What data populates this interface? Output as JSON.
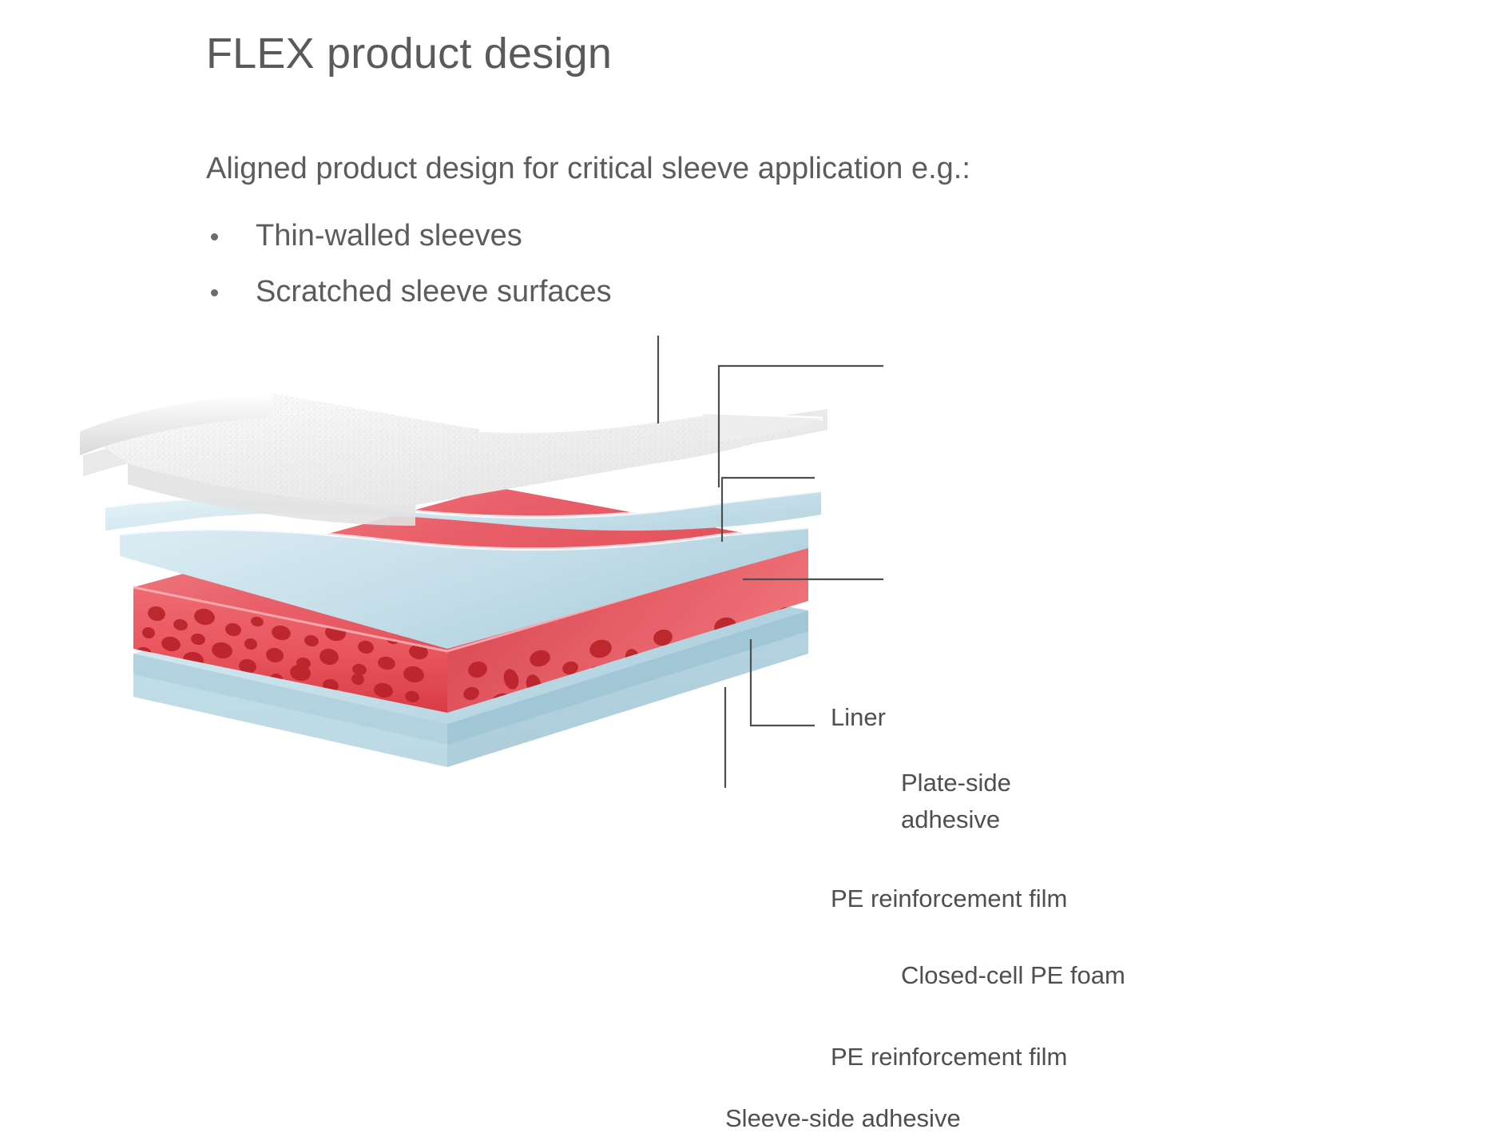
{
  "slide": {
    "title": "FLEX product design",
    "lead_text": "Aligned product design for critical sleeve application e.g.:",
    "bullets": [
      {
        "label": "Thin-walled sleeves"
      },
      {
        "label": "Scratched sleeve surfaces"
      }
    ]
  },
  "diagram": {
    "type": "exploded-layer-cross-section",
    "description": "Cut-away 3D illustration of a multi-layer adhesive tape construction",
    "callouts": [
      {
        "id": "liner",
        "label": "Liner"
      },
      {
        "id": "plate-side-adhesive",
        "label_line1": "Plate-side",
        "label_line2": "adhesive"
      },
      {
        "id": "pe-reinforcement-film-top",
        "label": "PE reinforcement film"
      },
      {
        "id": "closed-cell-pe-foam",
        "label": "Closed-cell PE foam"
      },
      {
        "id": "pe-reinforcement-film-bottom",
        "label": "PE reinforcement film"
      },
      {
        "id": "sleeve-side-adhesive",
        "label": "Sleeve-side adhesive"
      }
    ],
    "layers": [
      {
        "name": "Liner",
        "color": "#f2f2f2"
      },
      {
        "name": "Plate-side adhesive",
        "color": "#d8e8ef"
      },
      {
        "name": "PE reinforcement film",
        "color": "#c4dde8"
      },
      {
        "name": "Closed-cell PE foam",
        "color": "#e8545c"
      },
      {
        "name": "PE reinforcement film",
        "color": "#c4dde8"
      },
      {
        "name": "Sleeve-side adhesive",
        "color": "#dceef4"
      }
    ]
  },
  "colors": {
    "background": "#ffffff",
    "text": "#58595b",
    "foam_red": "#e8545c",
    "foam_red_dark": "#c0272d",
    "film_blue": "#c4dde8",
    "adhesive_blue": "#dceef4",
    "liner_white": "#f4f4f4",
    "leader_line": "#4e4f51"
  }
}
